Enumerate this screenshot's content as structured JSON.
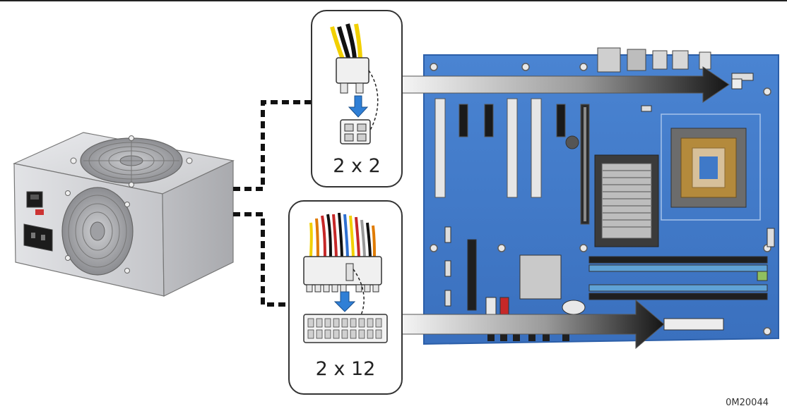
{
  "callouts": {
    "small": {
      "label": "2 x 2"
    },
    "large": {
      "label": "2 x 12"
    }
  },
  "part_number": "0M20044",
  "colors": {
    "board": "#3f79c8",
    "board_edge": "#2b5ea8",
    "psu_body": "#d9dadd",
    "arrow_dark": "#1a1a1a",
    "arrow_light": "#f2f2f2",
    "dashed_cable": "#111111",
    "insert_arrow": "#2f7fd6"
  },
  "icons": {
    "power_supply": "psu-illustration",
    "motherboard": "motherboard-illustration",
    "connector_2x2": "atx12v-connector-icon",
    "connector_2x12": "atx-main-connector-icon"
  }
}
